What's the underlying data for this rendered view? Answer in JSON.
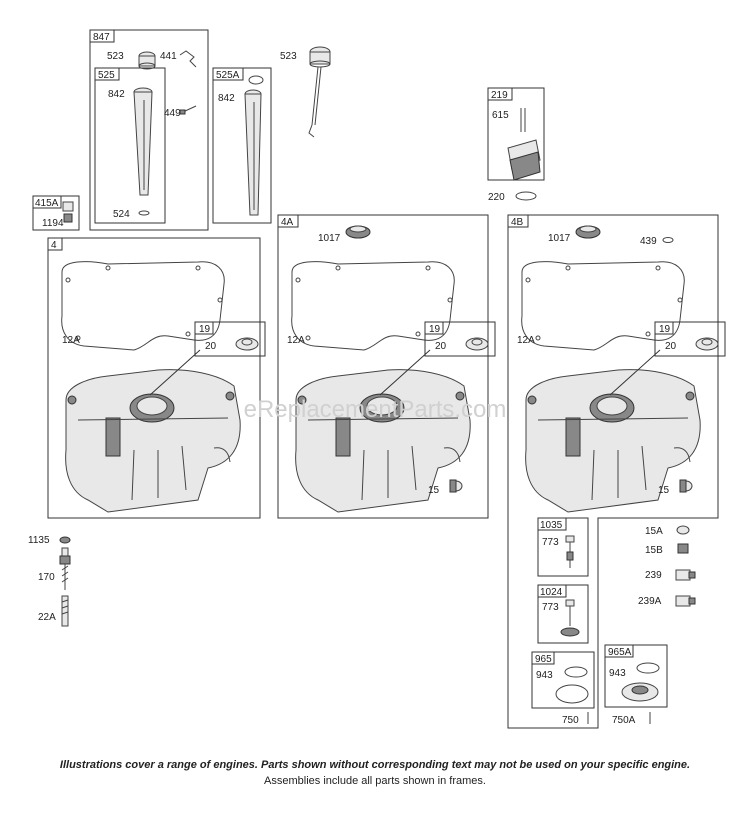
{
  "diagram": {
    "frames": [
      "847",
      "525",
      "525A",
      "219",
      "415A",
      "4",
      "4A",
      "4B",
      "19",
      "19",
      "19",
      "1035",
      "1024",
      "965",
      "965A"
    ],
    "parts": {
      "p523a": "523",
      "p441": "441",
      "p842a": "842",
      "p449": "449",
      "p524": "524",
      "p842b": "842",
      "p523b": "523",
      "p615": "615",
      "p220": "220",
      "p1194": "1194",
      "p12a1": "12A",
      "p20a": "20",
      "p1017a": "1017",
      "p12a2": "12A",
      "p20b": "20",
      "p15a": "15",
      "p1017b": "1017",
      "p439": "439",
      "p12a3": "12A",
      "p20c": "20",
      "p15b": "15",
      "p1135": "1135",
      "p170": "170",
      "p22a": "22A",
      "p15A": "15A",
      "p15B": "15B",
      "p239": "239",
      "p239A": "239A",
      "p773a": "773",
      "p773b": "773",
      "p943a": "943",
      "p943b": "943",
      "p750": "750",
      "p750A": "750A"
    },
    "watermark": "eReplacementParts.com"
  },
  "footer": {
    "note": "Illustrations cover a range of engines. Parts shown without corresponding text may not be used on your specific engine.",
    "assemblies": "Assemblies include all parts shown in frames."
  }
}
